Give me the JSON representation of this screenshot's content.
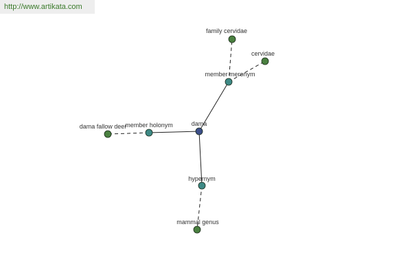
{
  "header": {
    "url": "http://www.artikata.com"
  },
  "colors": {
    "center_node": "#3d4f8a",
    "relation_node": "#3e8a86",
    "leaf_node": "#4a8040",
    "edge": "#222222",
    "label": "#333333",
    "url_text": "#3a7a2a",
    "url_bg": "#eeeeee"
  },
  "graph": {
    "nodes": [
      {
        "id": "dama",
        "label": "dama",
        "kind": "center"
      },
      {
        "id": "member-meronym",
        "label": "member meronym",
        "kind": "relation"
      },
      {
        "id": "family-cervidae",
        "label": "family cervidae",
        "kind": "leaf"
      },
      {
        "id": "cervidae",
        "label": "cervidae",
        "kind": "leaf"
      },
      {
        "id": "member-holonym",
        "label": "member holonym",
        "kind": "relation"
      },
      {
        "id": "dama-fallow-deer",
        "label": "dama fallow deer",
        "kind": "leaf"
      },
      {
        "id": "hypernym",
        "label": "hypernym",
        "kind": "relation"
      },
      {
        "id": "mammal-genus",
        "label": "mammal genus",
        "kind": "leaf"
      }
    ],
    "edges": [
      {
        "from": "dama",
        "to": "member-meronym",
        "style": "solid"
      },
      {
        "from": "dama",
        "to": "member-holonym",
        "style": "solid"
      },
      {
        "from": "dama",
        "to": "hypernym",
        "style": "solid"
      },
      {
        "from": "member-meronym",
        "to": "family-cervidae",
        "style": "dashed"
      },
      {
        "from": "member-meronym",
        "to": "cervidae",
        "style": "dashed"
      },
      {
        "from": "member-holonym",
        "to": "dama-fallow-deer",
        "style": "dashed"
      },
      {
        "from": "hypernym",
        "to": "mammal-genus",
        "style": "dashed"
      }
    ]
  }
}
